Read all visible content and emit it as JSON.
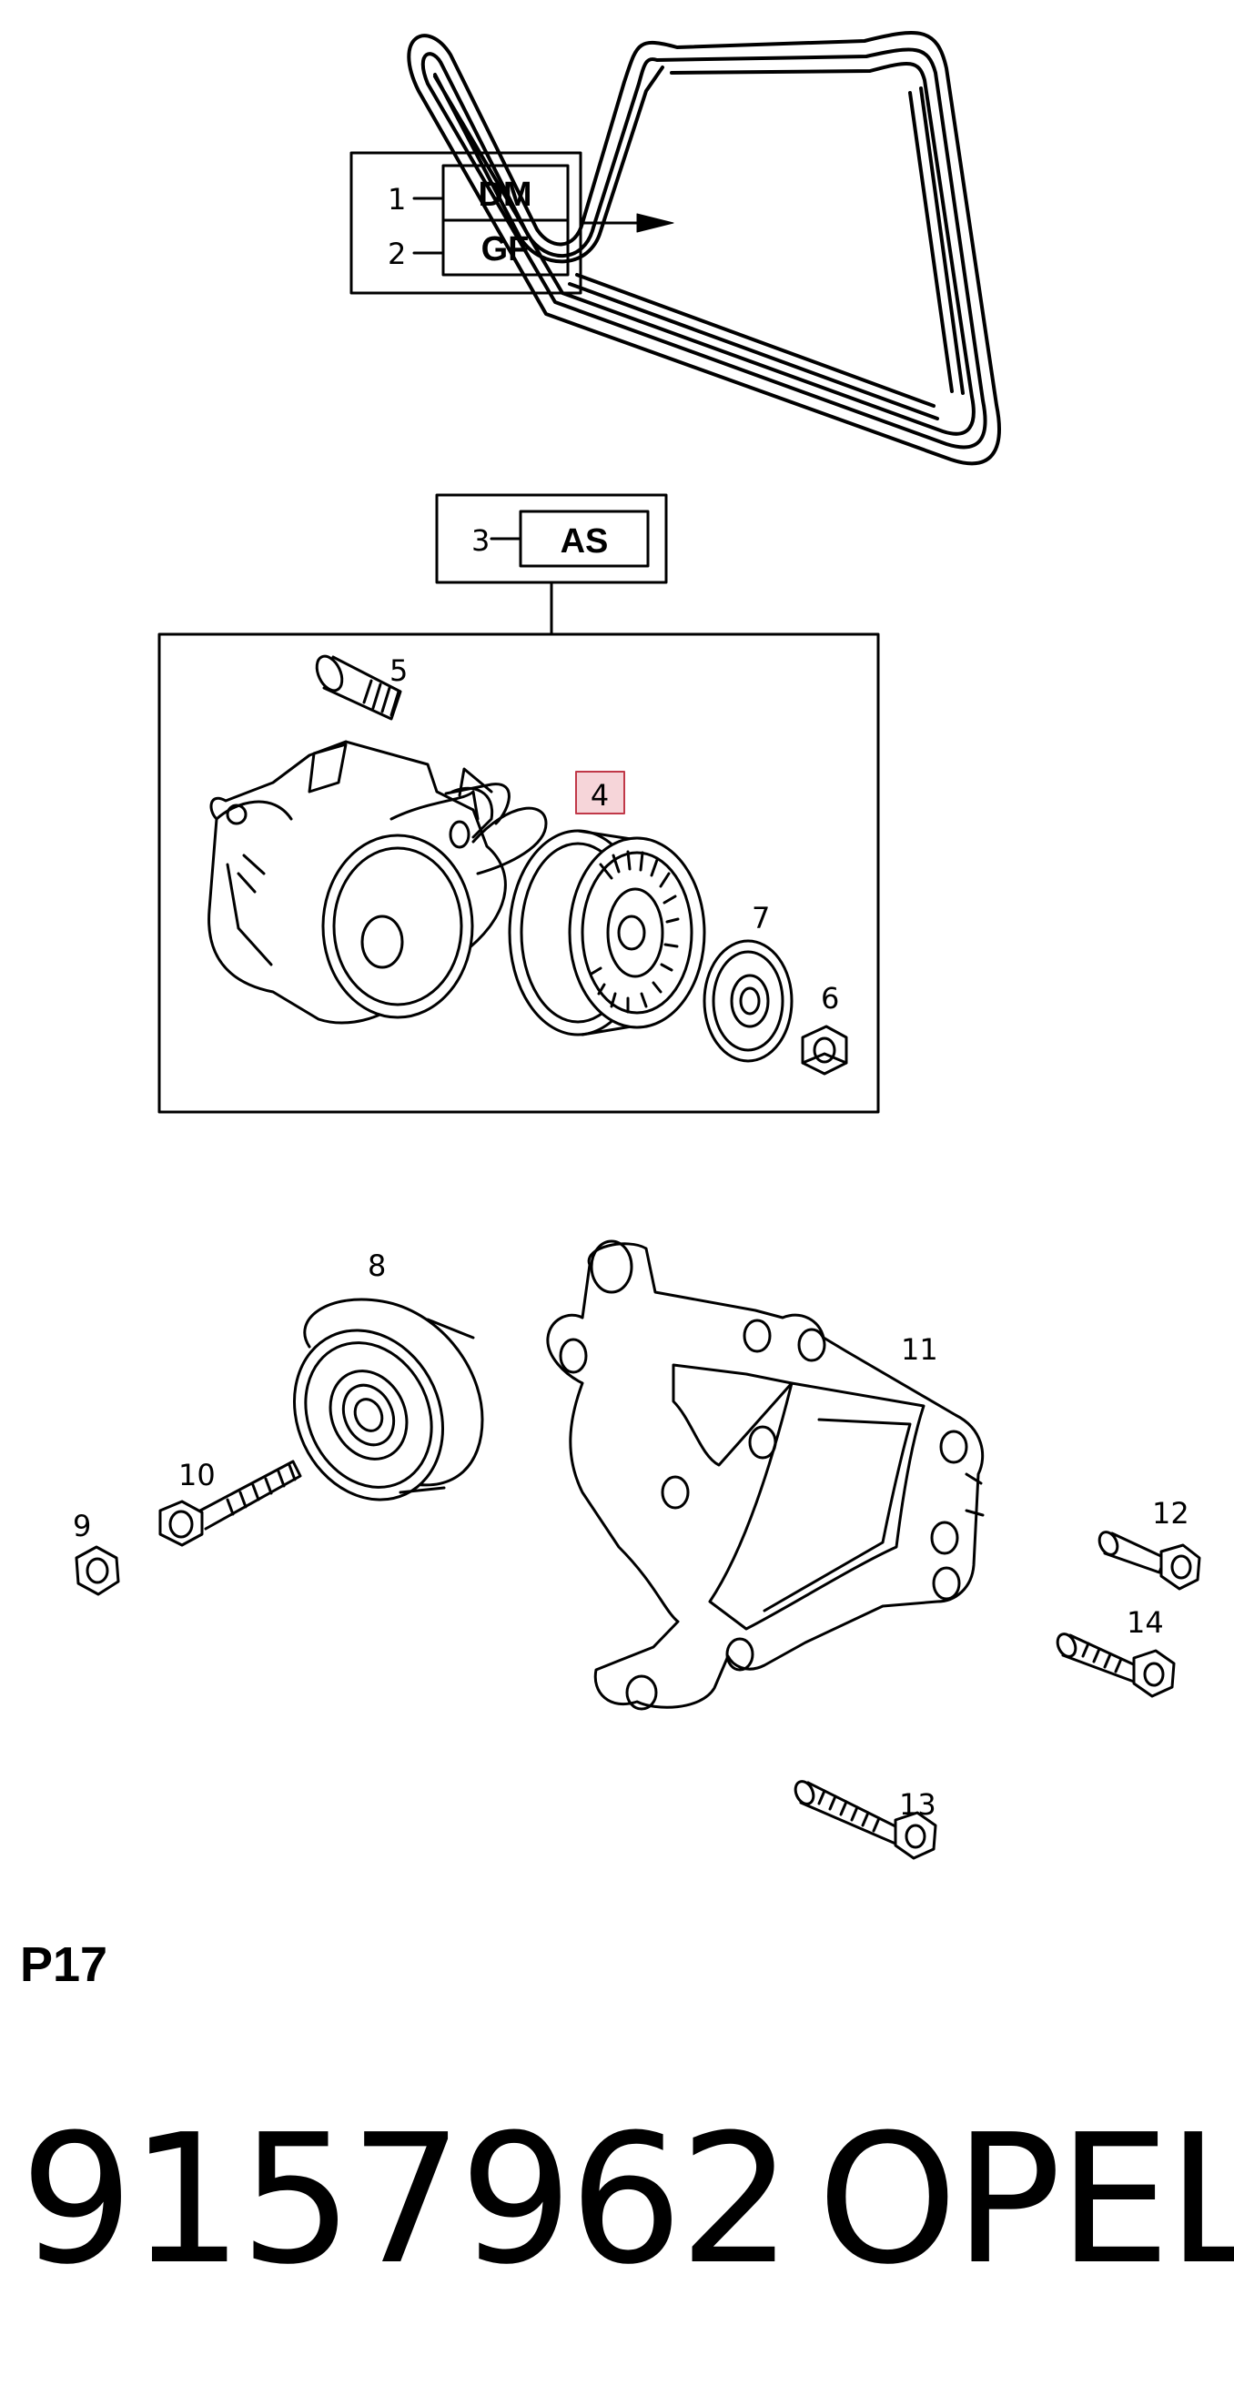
{
  "callouts": {
    "c1": "1",
    "c2": "2",
    "c3": "3",
    "c4": "4",
    "c5": "5",
    "c6": "6",
    "c7": "7",
    "c8": "8",
    "c9": "9",
    "c10": "10",
    "c11": "11",
    "c12": "12",
    "c13": "13",
    "c14": "14"
  },
  "codes": {
    "dm": "DM",
    "gf": "GF",
    "as": "AS"
  },
  "highlight_color": "#f6d5d9",
  "page_code": "P17",
  "part_number": "9157962",
  "brand": "OPEL"
}
